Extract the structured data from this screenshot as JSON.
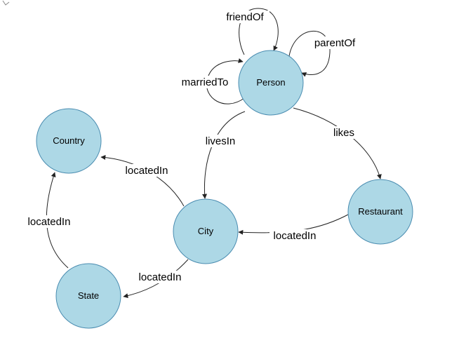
{
  "diagram": {
    "colors": {
      "node_fill": "#add8e6",
      "node_stroke": "#4a8cb0",
      "edge": "#222222"
    },
    "nodes": [
      {
        "id": "person",
        "label": "Person"
      },
      {
        "id": "country",
        "label": "Country"
      },
      {
        "id": "city",
        "label": "City"
      },
      {
        "id": "restaurant",
        "label": "Restaurant"
      },
      {
        "id": "state",
        "label": "State"
      }
    ],
    "edges": [
      {
        "id": "friendOf",
        "from": "Person",
        "to": "Person",
        "label": "friendOf"
      },
      {
        "id": "parentOf",
        "from": "Person",
        "to": "Person",
        "label": "parentOf"
      },
      {
        "id": "marriedTo",
        "from": "Person",
        "to": "Person",
        "label": "marriedTo"
      },
      {
        "id": "livesIn",
        "from": "Person",
        "to": "City",
        "label": "livesIn"
      },
      {
        "id": "likes",
        "from": "Person",
        "to": "Restaurant",
        "label": "likes"
      },
      {
        "id": "cityCountry",
        "from": "City",
        "to": "Country",
        "label": "locatedIn"
      },
      {
        "id": "restaurantCity",
        "from": "Restaurant",
        "to": "City",
        "label": "locatedIn"
      },
      {
        "id": "cityState",
        "from": "City",
        "to": "State",
        "label": "locatedIn"
      },
      {
        "id": "stateCountry",
        "from": "State",
        "to": "Country",
        "label": "locatedIn"
      }
    ]
  }
}
